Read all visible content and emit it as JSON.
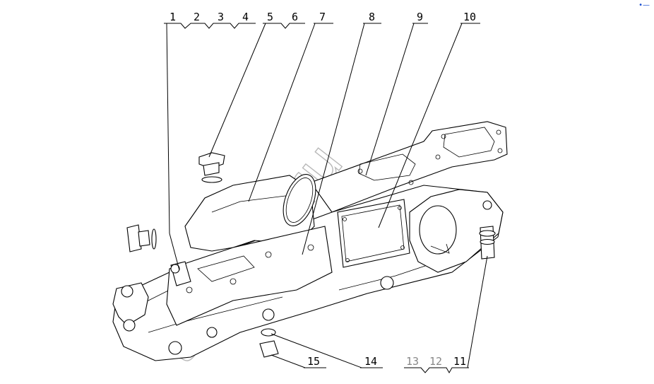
{
  "diagram": {
    "labels": [
      {
        "id": "1",
        "text": "1"
      },
      {
        "id": "2",
        "text": "2"
      },
      {
        "id": "3",
        "text": "3"
      },
      {
        "id": "4",
        "text": "4"
      },
      {
        "id": "5",
        "text": "5"
      },
      {
        "id": "6",
        "text": "6"
      },
      {
        "id": "7",
        "text": "7"
      },
      {
        "id": "8",
        "text": "8"
      },
      {
        "id": "9",
        "text": "9"
      },
      {
        "id": "10",
        "text": "10"
      },
      {
        "id": "11",
        "text": "11"
      },
      {
        "id": "12",
        "text": "12"
      },
      {
        "id": "13",
        "text": "13"
      },
      {
        "id": "14",
        "text": "14"
      },
      {
        "id": "15",
        "text": "15"
      }
    ],
    "watermark": "t2kam.ru",
    "corner_mark": "•—",
    "colors": {
      "line": "#000000",
      "watermark": "#b8b8b8",
      "faded_label": "#888888",
      "corner": "#1a4fd0"
    }
  }
}
